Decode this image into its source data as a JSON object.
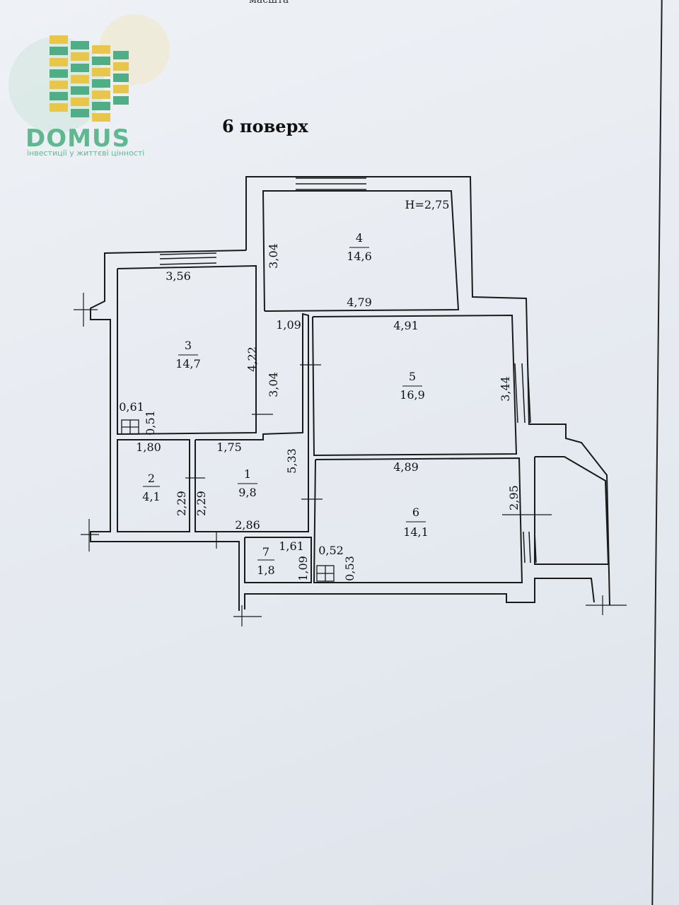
{
  "header": {
    "top_clip": "масшта"
  },
  "logo": {
    "name": "DOMUS",
    "tagline": "інвестиції у життєві цінності",
    "colors": {
      "green": "#4fae86",
      "yellow": "#e8c64a"
    }
  },
  "plan": {
    "floor_title": "6 поверх",
    "ceiling_height": "H=2,75",
    "rooms": [
      {
        "number": "1",
        "area": "9,8"
      },
      {
        "number": "2",
        "area": "4,1"
      },
      {
        "number": "3",
        "area": "14,7"
      },
      {
        "number": "4",
        "area": "14,6"
      },
      {
        "number": "5",
        "area": "16,9"
      },
      {
        "number": "6",
        "area": "14,1"
      },
      {
        "number": "7",
        "area": "1,8"
      }
    ],
    "dimensions": {
      "r4_h": "3,04",
      "r4_w": "4,79",
      "r3_w": "3,56",
      "r3_h": "4,22",
      "corr_h": "3,04",
      "corr_w": "1,09",
      "shaft3_w": "0,61",
      "shaft3_h": "0,51",
      "r5_w": "4,91",
      "r5_h": "3,44",
      "r2_w": "1,80",
      "r2_h": "2,29",
      "r1_w_top": "1,75",
      "r1_h": "2,29",
      "r1_w_bottom": "2,86",
      "corr_long": "5,33",
      "r6_w": "4,89",
      "r6_h": "2,95",
      "r7_w": "1,61",
      "r7_h": "1,09",
      "shaft6_w": "0,52",
      "shaft6_h": "0,53"
    }
  }
}
